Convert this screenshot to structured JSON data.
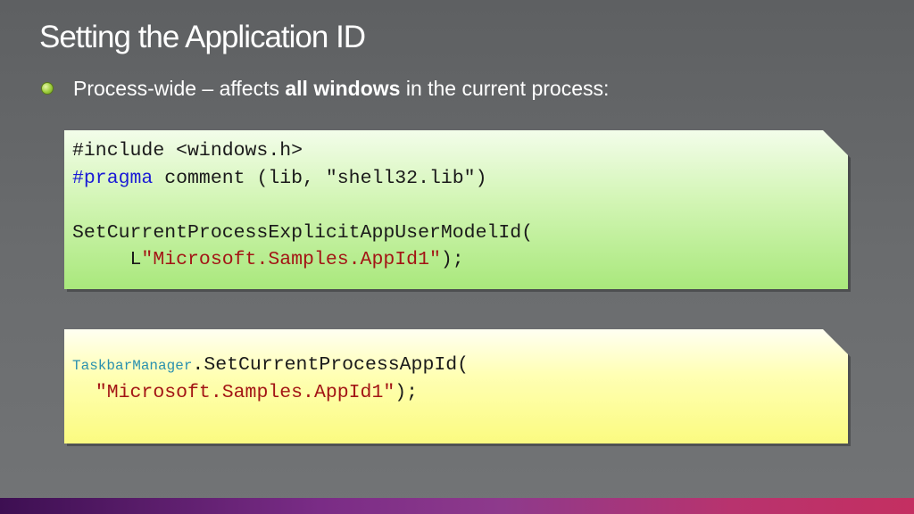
{
  "slide": {
    "title": "Setting the Application ID",
    "bullet": {
      "prefix": "Process-wide – affects ",
      "bold": "all windows",
      "suffix": " in the current process:"
    }
  },
  "code_native": {
    "line1": "#include <windows.h>",
    "line2_keyword": "#pragma",
    "line2_rest": " comment (lib, \"shell32.lib\")",
    "line3": "",
    "line4": "SetCurrentProcessExplicitAppUserModelId(",
    "line5_prefix": "     L",
    "line5_string": "\"Microsoft.Samples.AppId1\"",
    "line5_suffix": ");"
  },
  "code_managed": {
    "line1_type": "TaskbarManager",
    "line1_rest": ".SetCurrentProcessAppId(",
    "line2_indent": "  ",
    "line2_string": "\"Microsoft.Samples.AppId1\"",
    "line2_suffix": ");"
  },
  "colors": {
    "title_text": "#ffffff",
    "keyword": "#1a1ad6",
    "string_literal": "#a31515",
    "type_name": "#2b91af",
    "green_box": "#c8f2a4",
    "yellow_box": "#ffffa0"
  }
}
